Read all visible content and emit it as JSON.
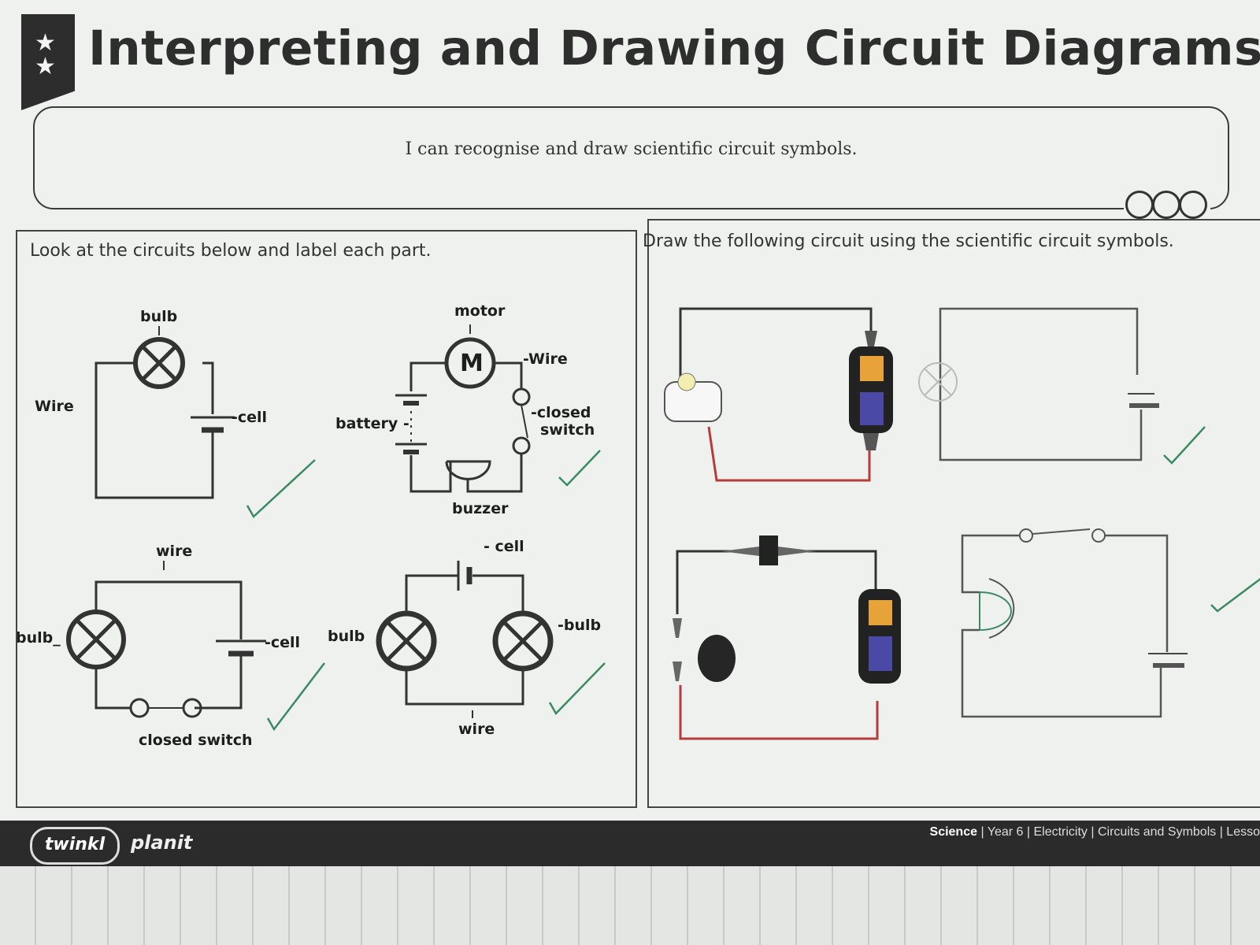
{
  "header": {
    "title": "Interpreting and Drawing Circuit Diagrams",
    "objective": "I can recognise and draw scientific circuit symbols."
  },
  "left_panel": {
    "instruction": "Look at the circuits below and label each part.",
    "labels": {
      "c1_bulb": "bulb",
      "c1_wire": "Wire",
      "c1_cell": "-cell",
      "c2_motor": "motor",
      "c2_motor_symbol": "M",
      "c2_wire": "-Wire",
      "c2_battery": "battery -",
      "c2_switch_a": "-closed",
      "c2_switch_b": "switch",
      "c2_buzzer": "buzzer",
      "c3_wire": "wire",
      "c3_bulb": "bulb_",
      "c3_cell": "-cell",
      "c3_switch": "closed switch",
      "c4_cell": "- cell",
      "c4_bulb_left": "bulb",
      "c4_bulb_right": "-bulb",
      "c4_wire": "wire"
    }
  },
  "right_panel": {
    "instruction": "Draw the following circuit using the scientific circuit symbols."
  },
  "footer": {
    "brand": "twinkl",
    "product": "planit",
    "subject": "Science",
    "breadcrumb": " | Year 6 | Electricity | Circuits and Symbols | Lesso"
  }
}
